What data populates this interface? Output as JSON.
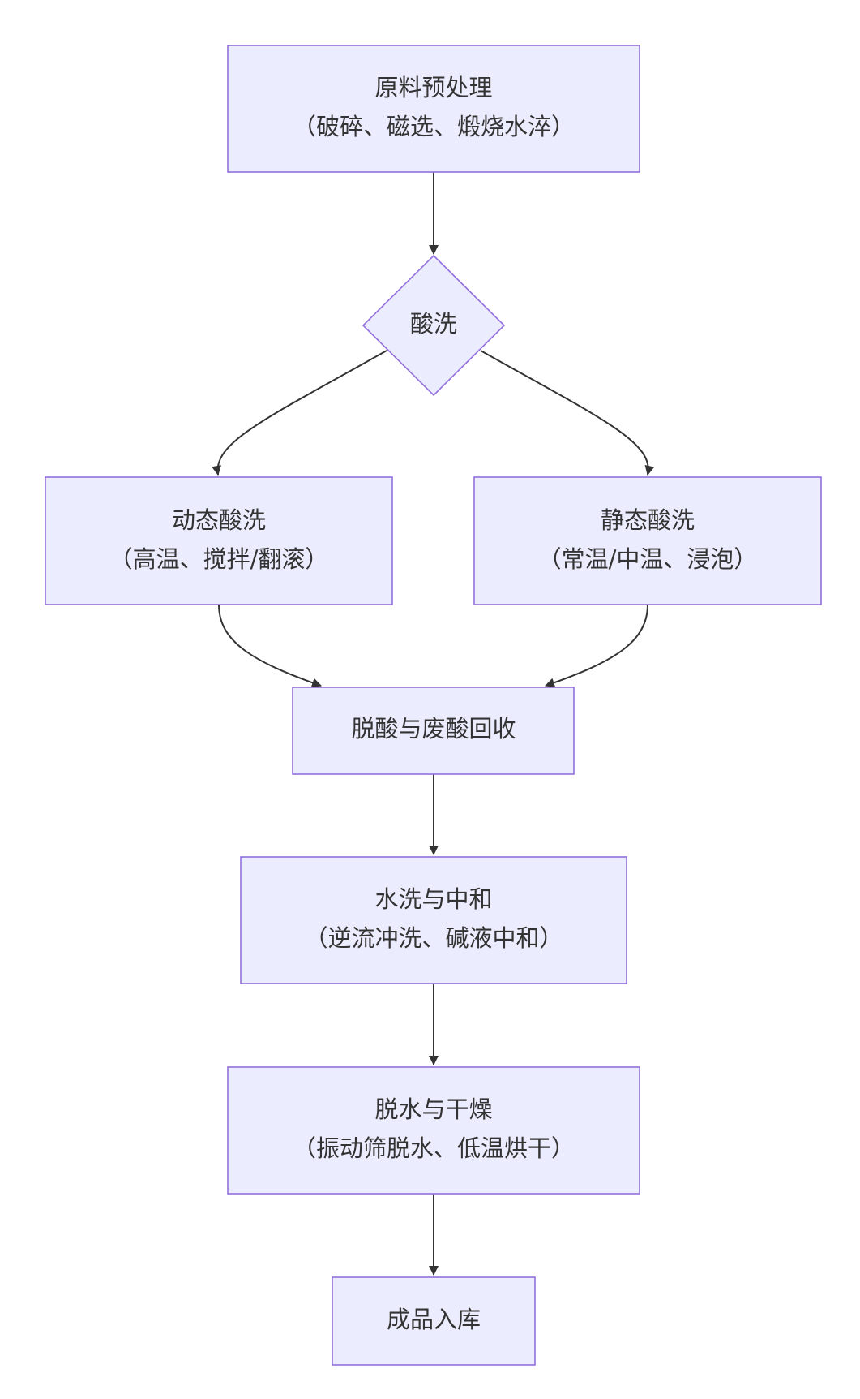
{
  "diagram": {
    "type": "flowchart",
    "direction": "top-down",
    "colors": {
      "node_fill": "#ECECFF",
      "node_stroke": "#9370DB",
      "edge": "#333333",
      "text": "#333333"
    },
    "nodes": {
      "preprocess": {
        "shape": "rect",
        "line1": "原料预处理",
        "line2": "（破碎、磁选、煅烧水淬）"
      },
      "acid_wash": {
        "shape": "diamond",
        "line1": "酸洗"
      },
      "dynamic_wash": {
        "shape": "rect",
        "line1": "动态酸洗",
        "line2": "（高温、搅拌/翻滚）"
      },
      "static_wash": {
        "shape": "rect",
        "line1": "静态酸洗",
        "line2": "（常温/中温、浸泡）"
      },
      "deacid": {
        "shape": "rect",
        "line1": "脱酸与废酸回收"
      },
      "water_wash": {
        "shape": "rect",
        "line1": "水洗与中和",
        "line2": "（逆流冲洗、碱液中和）"
      },
      "dry": {
        "shape": "rect",
        "line1": "脱水与干燥",
        "line2": "（振动筛脱水、低温烘干）"
      },
      "storage": {
        "shape": "rect",
        "line1": "成品入库"
      }
    },
    "edges": [
      {
        "from": "preprocess",
        "to": "acid_wash"
      },
      {
        "from": "acid_wash",
        "to": "dynamic_wash"
      },
      {
        "from": "acid_wash",
        "to": "static_wash"
      },
      {
        "from": "dynamic_wash",
        "to": "deacid"
      },
      {
        "from": "static_wash",
        "to": "deacid"
      },
      {
        "from": "deacid",
        "to": "water_wash"
      },
      {
        "from": "water_wash",
        "to": "dry"
      },
      {
        "from": "dry",
        "to": "storage"
      }
    ]
  }
}
